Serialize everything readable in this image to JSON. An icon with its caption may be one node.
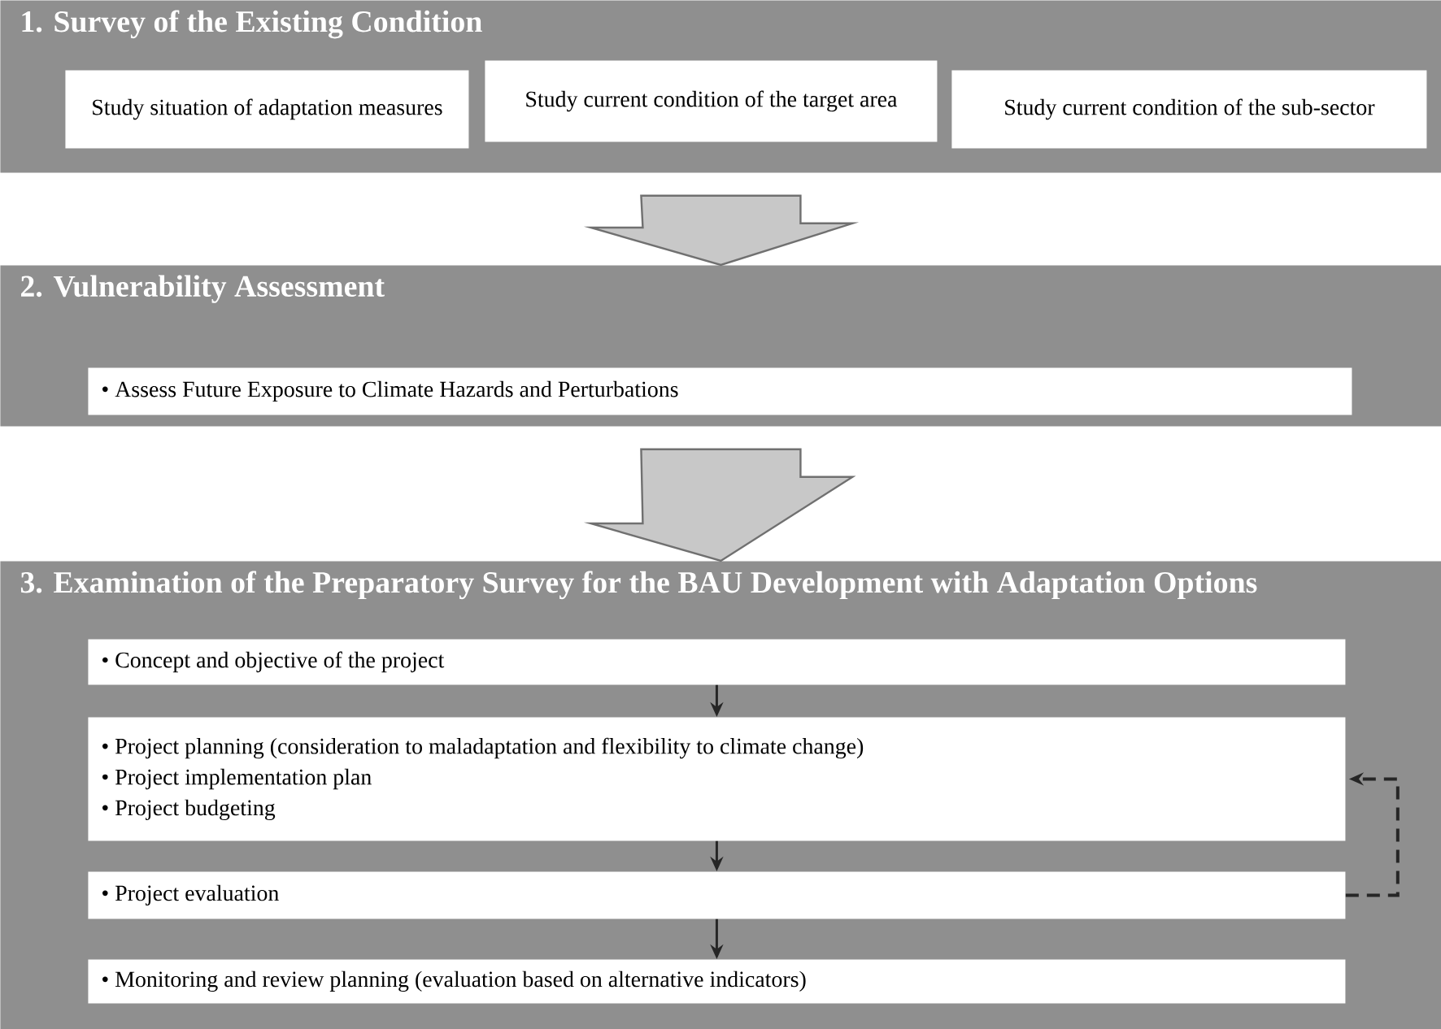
{
  "diagram": {
    "nodes": [
      {
        "text": [
          "1. Survey of the Existing Condition"
        ]
      },
      {
        "text": [
          "Study situation of adaptation measures"
        ],
        "in": 0
      },
      {
        "text": [
          "Study current condition of the target area"
        ],
        "in": 0
      },
      {
        "text": [
          "Study current condition of the sub-sector"
        ],
        "in": 0
      },
      {
        "text": [
          "2. Vulnerability Assessment"
        ]
      },
      {
        "text": [
          "• Assess Future Exposure to Climate Hazards and Perturbations"
        ],
        "in": 4
      },
      {
        "text": [
          "3. Examination of the Preparatory Survey for the BAU Development with Adaptation Options"
        ]
      },
      {
        "text": [
          "• Concept and objective of the project"
        ],
        "in": 6
      },
      {
        "text": [
          "• Project planning (consideration to maladaptation and flexibility to climate change)",
          "• Project implementation plan",
          "• Project budgeting"
        ],
        "in": 6
      },
      {
        "text": [
          "• Project evaluation"
        ],
        "in": 6
      },
      {
        "text": [
          "• Monitoring and review planning (evaluation based on alternative indicators)"
        ],
        "in": 6
      }
    ],
    "edges": [
      {
        "from": 0,
        "to": 4,
        "arrow": "to",
        "style": "thick"
      },
      {
        "from": 4,
        "to": 6,
        "arrow": "to",
        "style": "thick"
      },
      {
        "from": 7,
        "to": 8,
        "arrow": "to"
      },
      {
        "from": 8,
        "to": 9,
        "arrow": "to"
      },
      {
        "from": 9,
        "to": 10,
        "arrow": "to"
      },
      {
        "from": 9,
        "to": 8,
        "arrow": "to",
        "style": "dashed"
      }
    ]
  }
}
